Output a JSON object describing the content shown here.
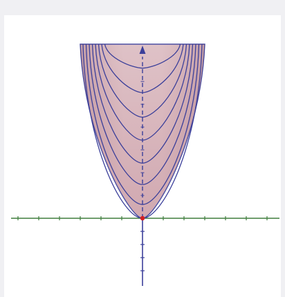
{
  "colors": {
    "background": "#f0f0f3",
    "canvas": "#ffffff",
    "surface_fill_top": "#d9b7bd",
    "surface_fill_bottom": "#c99aa3",
    "level_curve": "#3b3f9a",
    "horizontal_axis": "#3e7d3c",
    "vertical_axis": "#3b3f9a",
    "origin_point": "#d22020"
  },
  "diagram": {
    "type": "3D paraboloid surface with nested level-curve parabolas (GeoGebra-style)",
    "horizontal_axis": {
      "arrow": false,
      "tick_count": 13
    },
    "vertical_axis": {
      "arrow_up": true,
      "dashed_inside_surface": true,
      "tick_count_above": 6,
      "tick_count_below": 4
    },
    "origin_point": {
      "icon": "red-dot"
    },
    "level_curves": [
      {
        "name": "level-1",
        "vertex_height": 0.0
      },
      {
        "name": "level-2",
        "vertex_height": 0.09
      },
      {
        "name": "level-3",
        "vertex_height": 0.22
      },
      {
        "name": "level-4",
        "vertex_height": 0.36
      },
      {
        "name": "level-5",
        "vertex_height": 0.51
      },
      {
        "name": "level-6",
        "vertex_height": 0.66
      },
      {
        "name": "level-7",
        "vertex_height": 0.82
      },
      {
        "name": "level-8",
        "vertex_height": 0.98
      }
    ]
  }
}
